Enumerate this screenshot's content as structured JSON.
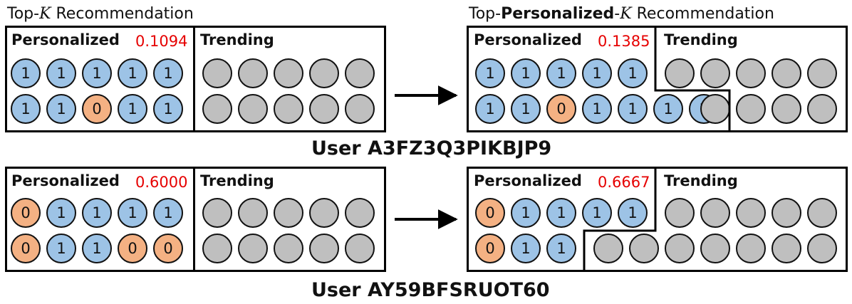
{
  "headings": {
    "left_prefix": "Top-",
    "left_k": "K",
    "left_suffix": " Recommendation",
    "right_prefix": "Top-",
    "right_bold": "Personalized",
    "right_dash": "-",
    "right_k": "K",
    "right_suffix": " Recommendation"
  },
  "labels": {
    "personalized": "Personalized",
    "trending": "Trending"
  },
  "rows": [
    {
      "user": "User A3FZ3Q3PIKBJP9",
      "left": {
        "score": "0.1094",
        "personalized": [
          [
            "1",
            "1",
            "1",
            "1",
            "1"
          ],
          [
            "1",
            "1",
            "0",
            "1",
            "1"
          ]
        ],
        "trending_rows": [
          5,
          5
        ]
      },
      "right": {
        "score": "0.1385",
        "personalized": [
          [
            "1",
            "1",
            "1",
            "1",
            "1"
          ],
          [
            "1",
            "1",
            "0",
            "1",
            "1",
            "1",
            "1"
          ]
        ],
        "trending_rows": [
          5,
          4
        ]
      }
    },
    {
      "user": "User AY59BFSRUOT60",
      "left": {
        "score": "0.6000",
        "personalized": [
          [
            "0",
            "1",
            "1",
            "1",
            "1"
          ],
          [
            "0",
            "1",
            "1",
            "0",
            "0"
          ]
        ],
        "trending_rows": [
          5,
          5
        ]
      },
      "right": {
        "score": "0.6667",
        "personalized": [
          [
            "0",
            "1",
            "1",
            "1",
            "1"
          ],
          [
            "0",
            "1",
            "1"
          ]
        ],
        "trending_rows": [
          5,
          7
        ]
      }
    }
  ],
  "colors": {
    "relevant": "#9dc3e6",
    "irrelevant": "#f4b183",
    "trending": "#bfbfbf",
    "score": "#e60000"
  }
}
